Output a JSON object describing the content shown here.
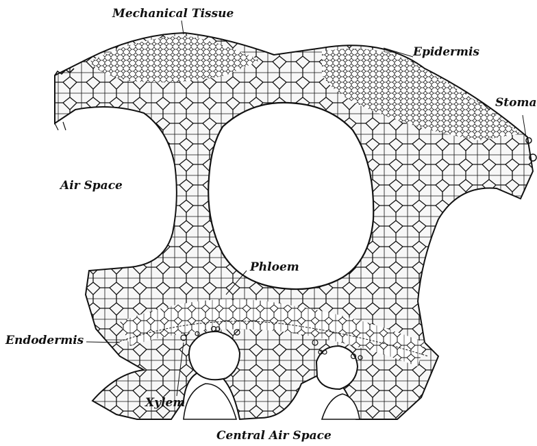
{
  "colors": {
    "ink": "#111111",
    "background": "#ffffff",
    "tissue_fill": "#f7f7f7"
  },
  "labels": {
    "mechanical_tissue": "Mechanical Tissue",
    "epidermis": "Epidermis",
    "stoma": "Stoma",
    "air_space": "Air Space",
    "phloem": "Phloem",
    "endodermis": "Endodermis",
    "xylem": "Xylem",
    "central_air_space": "Central Air Space"
  }
}
